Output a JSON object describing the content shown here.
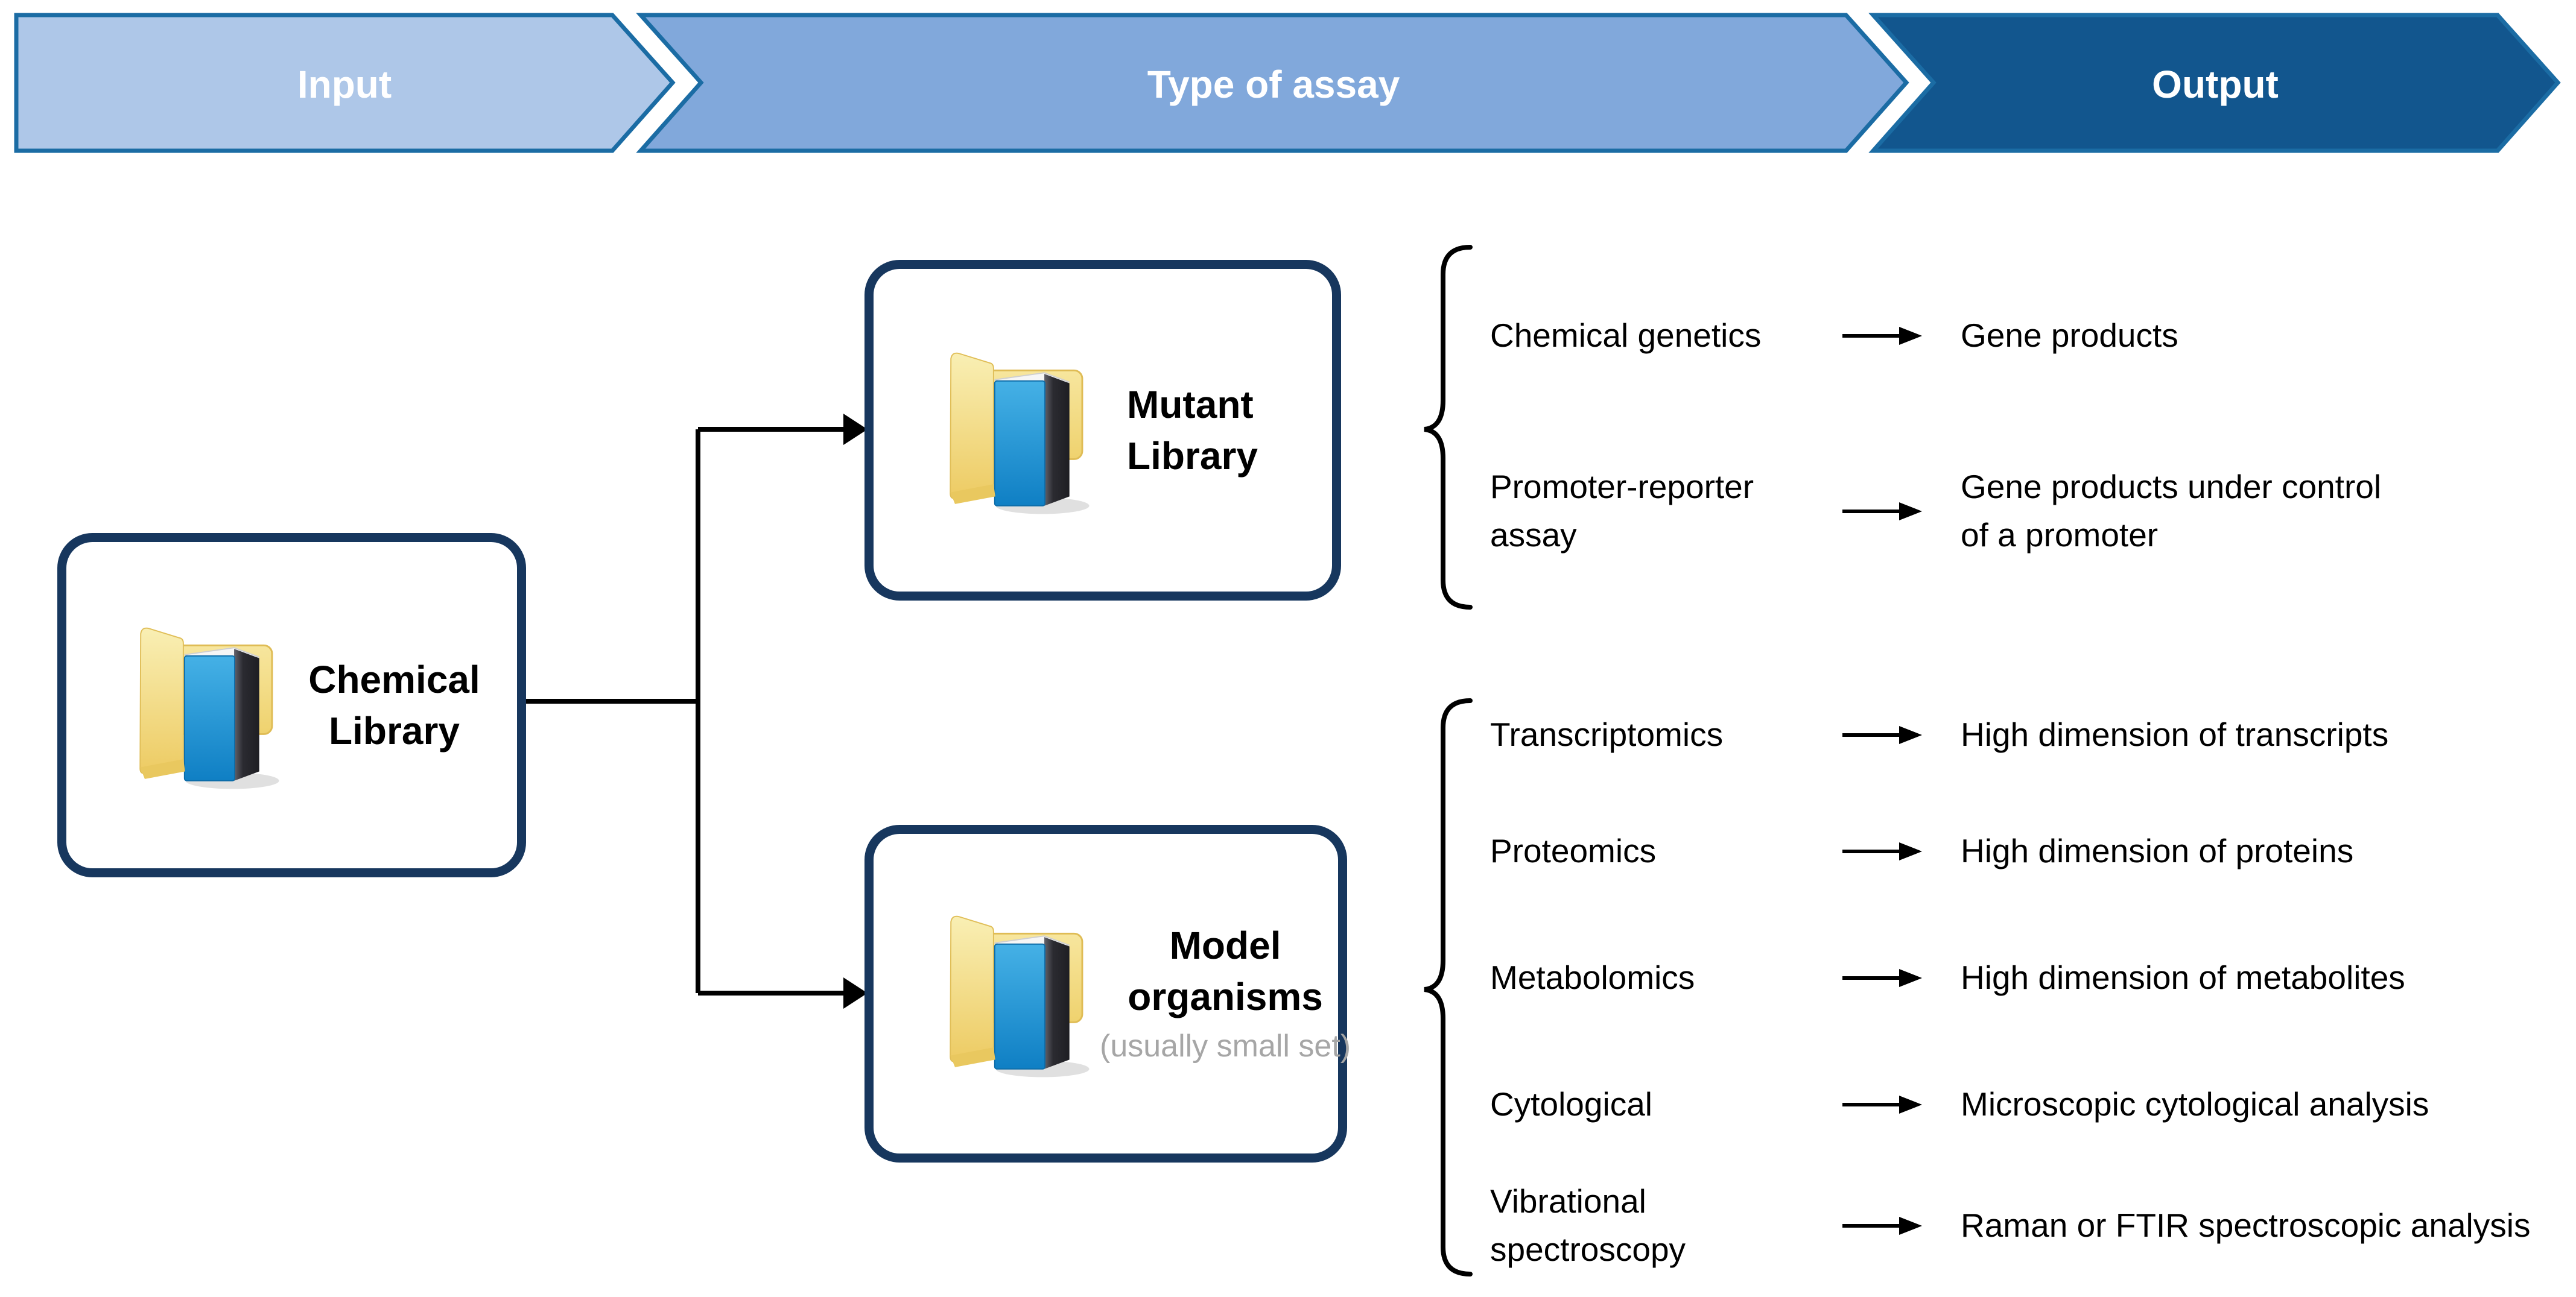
{
  "banner": {
    "stages": [
      {
        "label": "Input"
      },
      {
        "label": "Type of assay"
      },
      {
        "label": "Output"
      }
    ]
  },
  "colors": {
    "banner_border": "#1B6CA4",
    "input_fill": "#AEC7E8",
    "assay_fill": "#81A8DB",
    "output_fill": "#12568E",
    "box_border": "#17375E",
    "subtitle_gray": "#A6A6A6",
    "connector": "#000000"
  },
  "nodes": {
    "chemical_library": {
      "title": "Chemical\nLibrary",
      "icon": "folder-with-book-icon"
    },
    "mutant_library": {
      "title": "Mutant\nLibrary",
      "icon": "folder-with-book-icon"
    },
    "model_organisms": {
      "title": "Model\norganisms",
      "subtitle": "(usually small set)",
      "icon": "folder-with-book-icon"
    }
  },
  "mutant_assays": [
    {
      "label": "Chemical genetics",
      "output": "Gene products"
    },
    {
      "label": "Promoter-reporter\nassay",
      "output": "Gene products under control\nof a promoter"
    }
  ],
  "model_assays": [
    {
      "label": "Transcriptomics",
      "output": "High dimension of transcripts"
    },
    {
      "label": "Proteomics",
      "output": "High dimension of proteins"
    },
    {
      "label": "Metabolomics",
      "output": "High dimension of metabolites"
    },
    {
      "label": "Cytological",
      "output": "Microscopic cytological analysis"
    },
    {
      "label": "Vibrational\nspectroscopy",
      "output": "Raman or FTIR spectroscopic analysis"
    }
  ]
}
